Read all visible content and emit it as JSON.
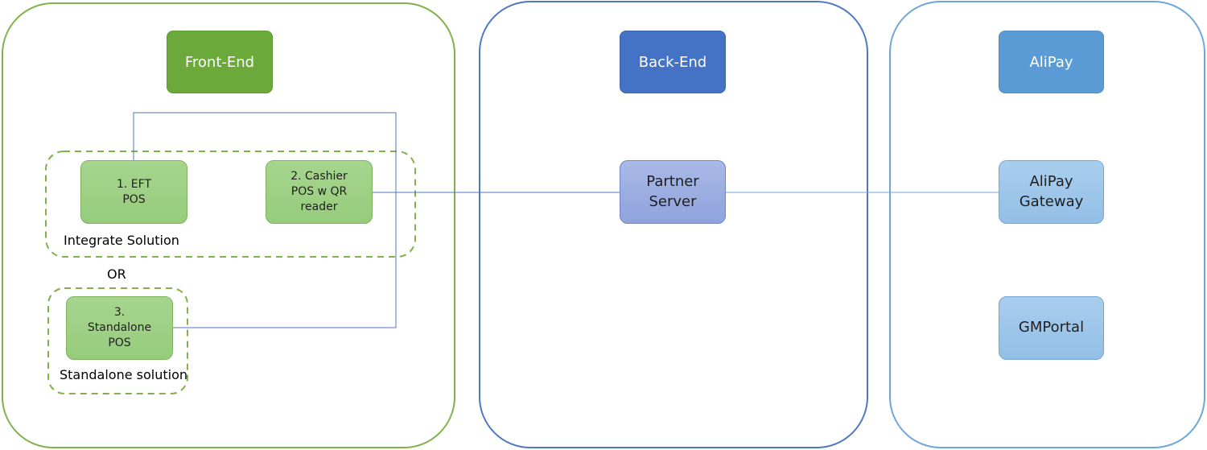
{
  "lanes": {
    "front_end": {
      "title": "Front-End",
      "nodes": {
        "eft_pos": "1. EFT\nPOS",
        "cashier_pos": "2. Cashier\nPOS w QR\nreader",
        "standalone_pos": "3.\nStandalone\nPOS"
      },
      "labels": {
        "integrate_solution": "Integrate Solution",
        "or": "OR",
        "standalone_solution": "Standalone solution"
      }
    },
    "back_end": {
      "title": "Back-End",
      "nodes": {
        "partner_server": "Partner\nServer"
      }
    },
    "alipay": {
      "title": "AliPay",
      "nodes": {
        "alipay_gateway": "AliPay\nGateway",
        "gmportal": "GMPortal"
      }
    }
  },
  "colors": {
    "front_end_accent": "#6aa93a",
    "back_end_accent": "#4472c4",
    "alipay_accent": "#5b9bd5",
    "connector": "#4f77c2",
    "dashed_group": "#7fb24c"
  },
  "connections": [
    {
      "from": "1. EFT POS",
      "to": "Partner Server"
    },
    {
      "from": "2. Cashier POS w QR reader",
      "to": "Partner Server"
    },
    {
      "from": "3. Standalone POS",
      "to": "Partner Server"
    },
    {
      "from": "Partner Server",
      "to": "AliPay Gateway"
    }
  ]
}
